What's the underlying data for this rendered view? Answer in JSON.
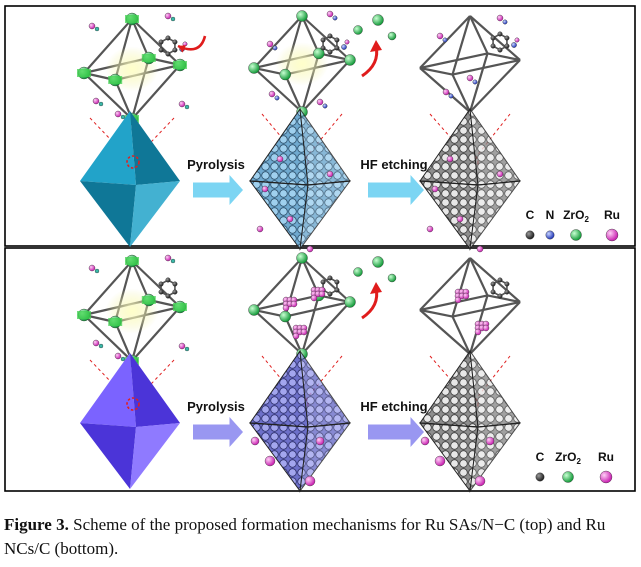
{
  "figure": {
    "panels": [
      {
        "id": "top",
        "steps": [
          {
            "arrow_label": "Pyrolysis",
            "arrow_color": "#6ed0f2"
          },
          {
            "arrow_label": "HF etching",
            "arrow_color": "#6ed0f2"
          }
        ],
        "legend": [
          {
            "label": "C",
            "color": "#3a3a3a"
          },
          {
            "label": "N",
            "color": "#3d5bd8"
          },
          {
            "label": "ZrO",
            "sub": "2",
            "color": "#21b34a"
          },
          {
            "label": "Ru",
            "color": "#e23fd0"
          }
        ],
        "colors": {
          "octahedron_light": "#22a3c9",
          "octahedron_dark": "#0f7797",
          "framework_tint": "#7bbde0"
        }
      },
      {
        "id": "bottom",
        "steps": [
          {
            "arrow_label": "Pyrolysis",
            "arrow_color": "#8e8cf0"
          },
          {
            "arrow_label": "HF etching",
            "arrow_color": "#8e8cf0"
          }
        ],
        "legend": [
          {
            "label": "C",
            "color": "#3a3a3a"
          },
          {
            "label": "ZrO",
            "sub": "2",
            "color": "#21b34a"
          },
          {
            "label": "Ru",
            "color": "#e23fd0"
          }
        ],
        "colors": {
          "octahedron_light": "#7b63ff",
          "octahedron_dark": "#4b34d8",
          "framework_tint": "#8a8fe0"
        }
      }
    ]
  },
  "caption": {
    "label": "Figure 3.",
    "text": "Scheme of the proposed formation mechanisms for Ru SAs/N−C (top) and Ru NCs/C (bottom)."
  }
}
